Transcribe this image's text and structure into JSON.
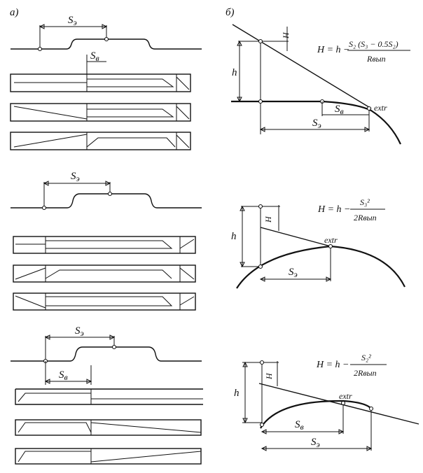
{
  "panel_a": {
    "label": "а)"
  },
  "panel_b": {
    "label": "б)"
  },
  "labels": {
    "s_e": "S",
    "s_e_sub": "э",
    "s_v": "S",
    "s_v_sub": "в",
    "h": "h",
    "H": "H",
    "extr": "extr"
  },
  "formulas": {
    "f1_lhs": "H = h −",
    "f1_num": "S₂ (S₃ − 0.5S₂)",
    "f1_den": "Rвып",
    "f2_lhs": "H = h −",
    "f2_num": "S₃²",
    "f2_den": "2Rвып",
    "f3_lhs": "H = h −",
    "f3_num": "S₂²",
    "f3_den": "2Rвып"
  }
}
